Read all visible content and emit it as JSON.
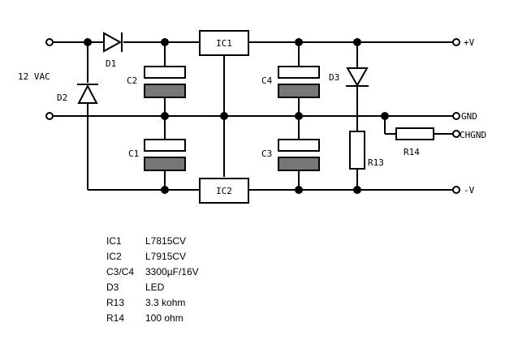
{
  "terminals": {
    "plus_v": "+V",
    "gnd": "GND",
    "chgnd": "CHGND",
    "minus_v": "-V"
  },
  "input_label": "12 VAC",
  "components": {
    "d1": "D1",
    "d2": "D2",
    "d3": "D3",
    "c1": "C1",
    "c2": "C2",
    "c3": "C3",
    "c4": "C4",
    "ic1": "IC1",
    "ic2": "IC2",
    "r13": "R13",
    "r14": "R14"
  },
  "bom": [
    {
      "ref": "IC1",
      "value": "L7815CV"
    },
    {
      "ref": "IC2",
      "value": "L7915CV"
    },
    {
      "ref": "C3/C4",
      "value": "3300µF/16V"
    },
    {
      "ref": "D3",
      "value": "LED"
    },
    {
      "ref": "R13",
      "value": "3.3 kohm"
    },
    {
      "ref": "R14",
      "value": "100 ohm"
    }
  ]
}
